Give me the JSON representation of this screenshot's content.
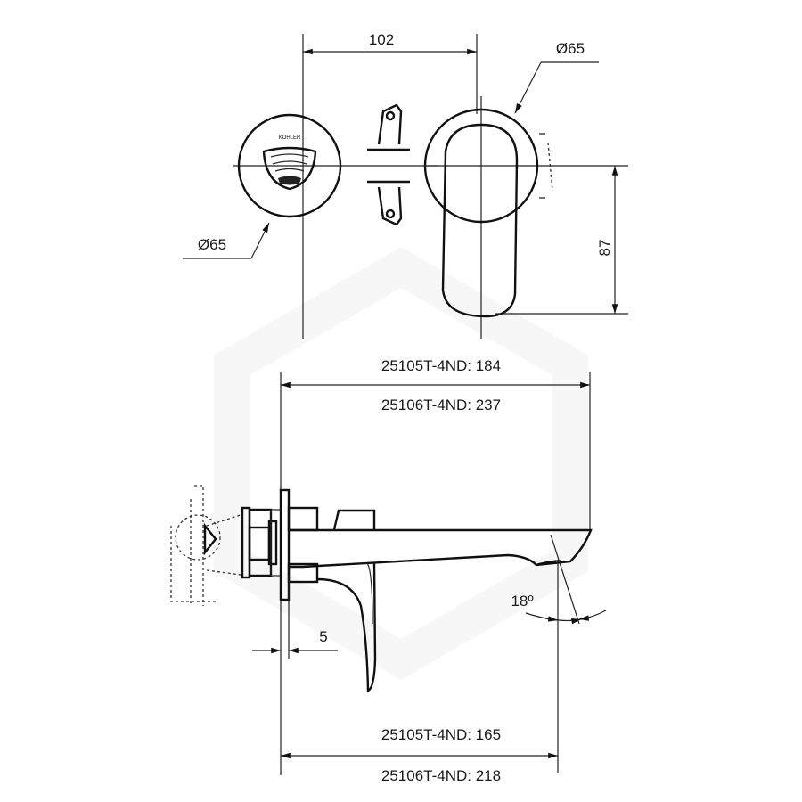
{
  "drawing": {
    "brand_logo": "KOHLER",
    "top_view": {
      "centre_spacing": "102",
      "handle_plate_diameter": "Ø65",
      "valve_plate_diameter": "Ø65",
      "handle_height": "87"
    },
    "side_view": {
      "overall_length_a": "25105T-4ND: 184",
      "overall_length_b": "25106T-4ND: 237",
      "plate_offset": "5",
      "spout_angle": "18º",
      "spout_projection_a": "25105T-4ND: 165",
      "spout_projection_b": "25106T-4ND: 218"
    }
  }
}
